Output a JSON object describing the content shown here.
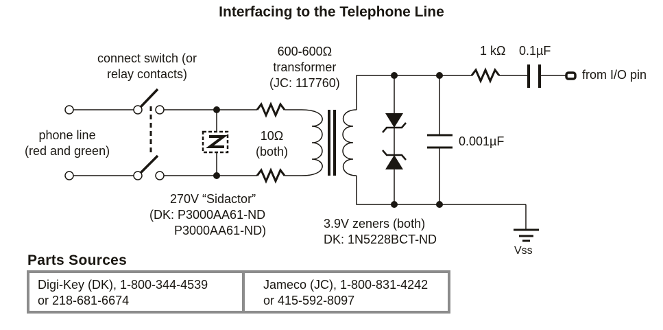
{
  "title": "Interfacing to the Telephone Line",
  "labels": {
    "connect_switch": [
      "connect switch (or",
      "relay contacts)"
    ],
    "phone_line": [
      "phone line",
      "(red and green)"
    ],
    "transformer": [
      "600-600Ω",
      "transformer",
      "(JC: 117760)"
    ],
    "series_resistors": [
      "10Ω",
      "(both)"
    ],
    "sidactor": [
      "270V “Sidactor”",
      "(DK: P3000AA61-ND",
      "P3000AA61-ND)"
    ],
    "zeners": [
      "3.9V zeners (both)",
      "DK: 1N5228BCT-ND"
    ],
    "filter_cap": "0.001µF",
    "resistor_1k": "1 kΩ",
    "coupling_cap": "0.1µF",
    "io_pin": "from I/O pin",
    "ground": "Vss"
  },
  "components": [
    {
      "id": "switch",
      "type": "dpst-switch",
      "icon": "switch-icon"
    },
    {
      "id": "sidactor",
      "type": "sidactor",
      "icon": "sidactor-icon"
    },
    {
      "id": "r-top",
      "type": "resistor",
      "value": "10Ω"
    },
    {
      "id": "r-bottom",
      "type": "resistor",
      "value": "10Ω"
    },
    {
      "id": "transformer",
      "type": "transformer",
      "value": "600-600Ω"
    },
    {
      "id": "zener-top",
      "type": "zener",
      "value": "3.9V"
    },
    {
      "id": "zener-bottom",
      "type": "zener",
      "value": "3.9V"
    },
    {
      "id": "c-filter",
      "type": "capacitor",
      "value": "0.001µF"
    },
    {
      "id": "r-1k",
      "type": "resistor",
      "value": "1 kΩ"
    },
    {
      "id": "c-coupling",
      "type": "capacitor",
      "value": "0.1µF"
    },
    {
      "id": "ground",
      "type": "ground",
      "value": "Vss"
    }
  ],
  "parts_sources": {
    "heading": "Parts Sources",
    "entries": [
      {
        "line1": "Digi-Key (DK), 1-800-344-4539",
        "line2": "or 218-681-6674"
      },
      {
        "line1": "Jameco (JC), 1-800-831-4242",
        "line2": "or 415-592-8097"
      }
    ]
  },
  "colors": {
    "ink": "#1a1712",
    "box_border": "#8c8c8c",
    "background": "#ffffff"
  }
}
